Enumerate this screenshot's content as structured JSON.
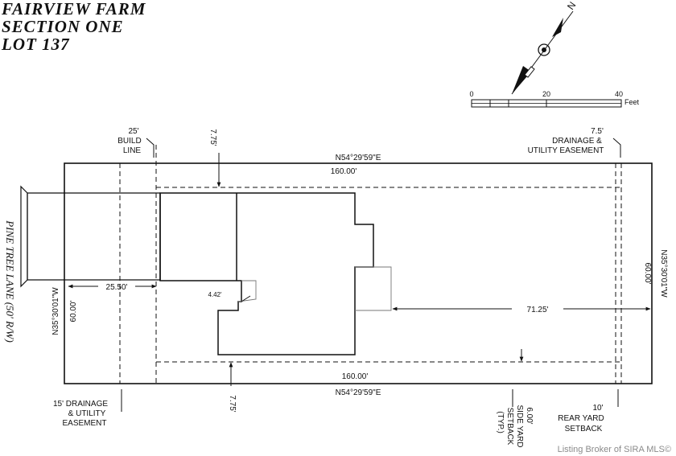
{
  "title": {
    "line1": "FAIRVIEW FARM",
    "line2": "SECTION ONE",
    "line3": "LOT 137"
  },
  "north_arrow": {
    "label": "N"
  },
  "scale_bar": {
    "ticks": [
      "0",
      "20",
      "40"
    ],
    "unit": "Feet"
  },
  "labels": {
    "build_line_1": "25'",
    "build_line_2": "BUILD",
    "build_line_3": "LINE",
    "drain_top_1": "7.5'",
    "drain_top_2": "DRAINAGE &",
    "drain_top_3": "UTILITY EASEMENT",
    "front_setback_top": "7.75'",
    "front_setback_bottom": "7.75'",
    "top_bearing": "N54°29'59\"E",
    "top_distance": "160.00'",
    "bottom_distance": "160.00'",
    "bottom_bearing": "N54°29'59\"E",
    "right_bearing": "N35°30'01\"W",
    "right_distance": "60.00'",
    "left_bearing": "N35°30'01\"W",
    "left_distance": "60.00'",
    "dim_front": "25.50'",
    "dim_rear": "71.25'",
    "dim_jog": "4.42'",
    "street": "PINE TREE LANE (50' R/W)",
    "drain_bottom_1": "15' DRAINAGE",
    "drain_bottom_2": "& UTILITY",
    "drain_bottom_3": "EASEMENT",
    "side_yard_1": "6.00'",
    "side_yard_2": "SIDE YARD",
    "side_yard_3": "SETBACK",
    "side_yard_4": "(TYP.)",
    "rear_yard_1": "10'",
    "rear_yard_2": "REAR YARD",
    "rear_yard_3": "SETBACK"
  },
  "watermark": "Listing Broker of SIRA MLS©"
}
